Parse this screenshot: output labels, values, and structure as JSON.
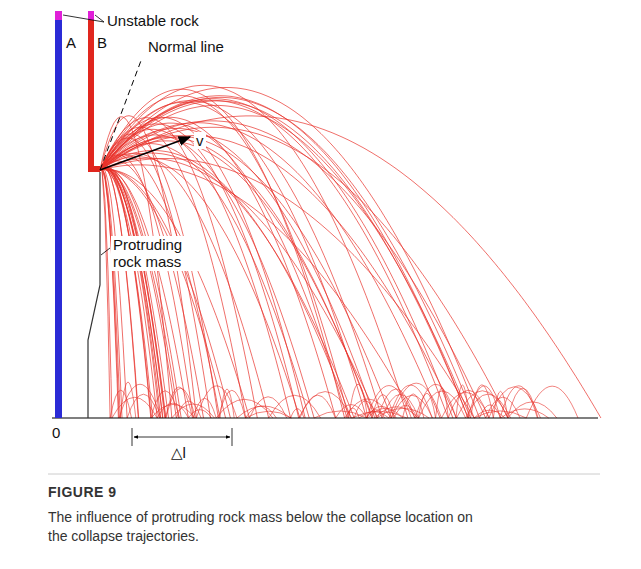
{
  "diagram": {
    "title": "FIGURE 9",
    "caption": "The influence of protruding rock mass below the collapse location on the collapse trajectories.",
    "labels": [
      "Unstable rock",
      "A",
      "B",
      "Normal line",
      "v",
      "Protruding rock mass",
      "0",
      "△l"
    ]
  }
}
